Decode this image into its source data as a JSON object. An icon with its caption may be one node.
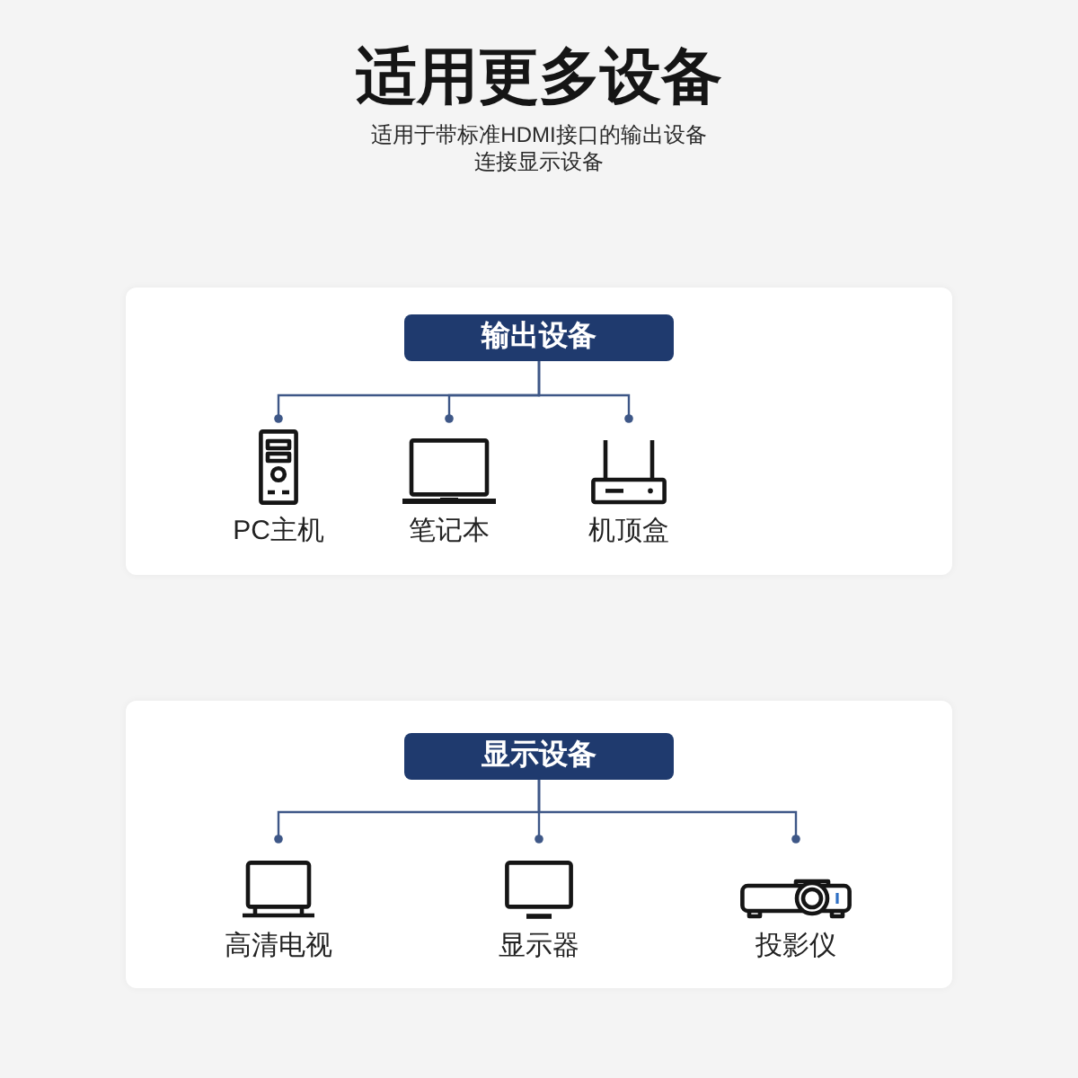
{
  "diagram": {
    "title": "适用更多设备",
    "nodes": [
      {
        "text": [],
        "shape": "box"
      },
      {
        "text": [
          "输出设备"
        ],
        "in": 0
      },
      {
        "text": [
          "PC主机"
        ],
        "in": 0
      },
      {
        "text": [
          "笔记本"
        ],
        "in": 0
      },
      {
        "text": [
          "机顶盒"
        ],
        "in": 0
      },
      {
        "text": [],
        "shape": "box"
      },
      {
        "text": [
          "显示设备"
        ],
        "in": 5
      },
      {
        "text": [
          "高清电视"
        ],
        "in": 5
      },
      {
        "text": [
          "显示器"
        ],
        "in": 5
      },
      {
        "text": [
          "投影仪"
        ],
        "in": 5
      }
    ],
    "edges": [
      {
        "from": 1,
        "to": 2,
        "arrow": "other"
      },
      {
        "from": 1,
        "to": 3,
        "arrow": "other"
      },
      {
        "from": 1,
        "to": 4,
        "arrow": "other"
      },
      {
        "from": 6,
        "to": 7,
        "arrow": "other"
      },
      {
        "from": 6,
        "to": 8,
        "arrow": "other"
      },
      {
        "from": 6,
        "to": 9,
        "arrow": "other"
      }
    ],
    "labels": [
      "适用于带标准HDMI接口的输出设备连接显示设备"
    ]
  }
}
